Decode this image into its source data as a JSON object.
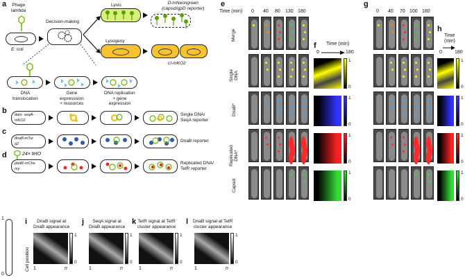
{
  "panel_letters": {
    "a": "a",
    "b": "b",
    "c": "c",
    "d": "d",
    "e": "e",
    "f": "f",
    "g": "g",
    "h": "h",
    "i": "i",
    "j": "j",
    "k": "k",
    "l": "l"
  },
  "panel_a": {
    "phage": "Phage\nlambda",
    "host": "E. coli",
    "decision": "Decision-making",
    "lysis": "Lysis",
    "lysogeny": "Lysogeny",
    "reporter_lysis": "D-mNeongreen\n(capsid/gpD reporter)",
    "reporter_lysogeny": "cI-mKO2",
    "step1": "DNA\ntranslocation",
    "step2": "Gene\nexpresssion\n+ resources",
    "step3": "DNA replication\n+ gene\nexpression"
  },
  "panel_b": {
    "construct": "dam  seqA-\nmKO2",
    "label": "Single DNA/\nSeqA reporter"
  },
  "panel_c": {
    "construct": "dnaB-mTur\nq2",
    "label": "DnaB reporter"
  },
  "panel_d": {
    "insert": "24× tetO",
    "construct": "ptetR-mChe\nmy",
    "label": "Replicated DNA/\nTetR reporter"
  },
  "panel_e": {
    "time_label": "Time (min)",
    "times": [
      "0",
      "40",
      "80",
      "130",
      "180"
    ],
    "rows": [
      "Merge",
      "Single\nDNA",
      "DnaB*",
      "Replicated\nDNA*",
      "Capsid"
    ]
  },
  "panel_g": {
    "times": [
      "0",
      "40",
      "70",
      "100",
      "180"
    ]
  },
  "kymograph": {
    "time_label": "Time (min)",
    "start": "0",
    "end": "180",
    "cbar_max": "1",
    "cbar_min": "0",
    "colors": [
      "#ffff00",
      "#3333ff",
      "#ff2222",
      "#33dd33"
    ]
  },
  "bottom": {
    "cell_top": "1",
    "cell_bottom": "0",
    "ylabel": "Cell position",
    "panels": [
      {
        "title": "DnaB signal at\nDnaB appearance"
      },
      {
        "title": "SeqA signal at\nDnaB appearance"
      },
      {
        "title": "TetR signal at TetR\ncluster appearance"
      },
      {
        "title": "DnaB signal at TetR\ncluster appearance"
      }
    ],
    "x_start": "1",
    "x_end": "n",
    "cbar_max": "1",
    "cbar_min": "0"
  }
}
